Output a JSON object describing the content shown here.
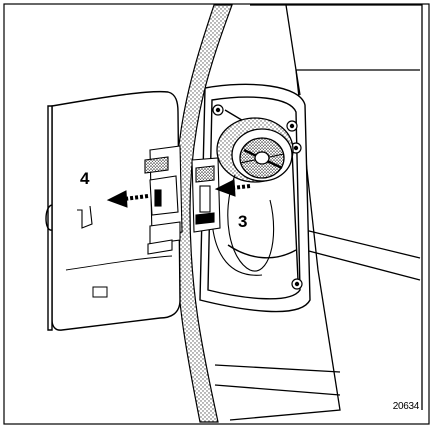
{
  "callouts": {
    "item_4": "4",
    "item_3": "3"
  },
  "figure_number": "20634",
  "colors": {
    "line": "#000000",
    "background": "#ffffff",
    "stipple": "#9a9a9a"
  }
}
